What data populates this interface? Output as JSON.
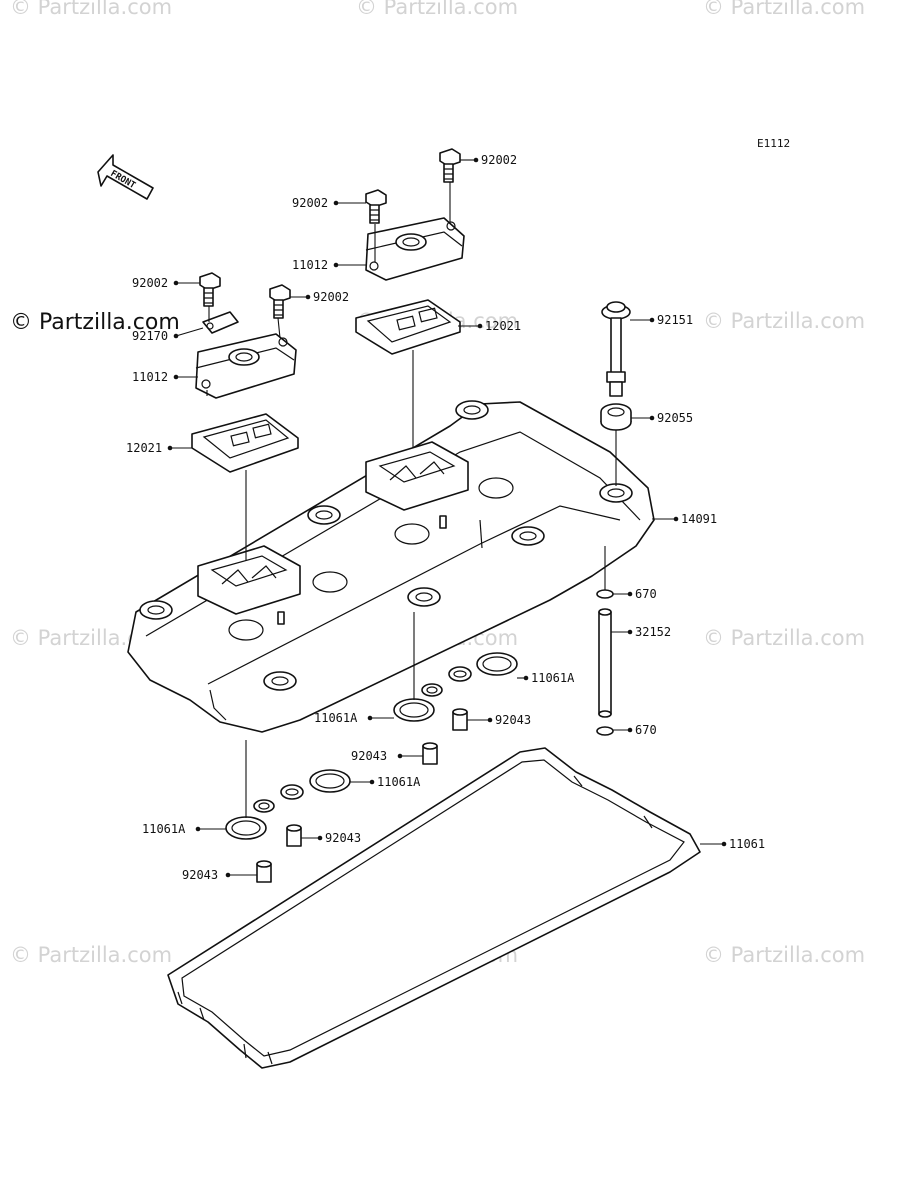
{
  "diagram_code": "E1112",
  "front_label": "FRONT",
  "watermark": "© Partzilla.com",
  "copyright": "© Partzilla.com",
  "callouts": {
    "c92002a": "92002",
    "c92002b": "92002",
    "c92002c": "92002",
    "c92002d": "92002",
    "c11012a": "11012",
    "c11012b": "11012",
    "c92170": "92170",
    "c12021a": "12021",
    "c12021b": "12021",
    "c92151": "92151",
    "c92055": "92055",
    "c14091": "14091",
    "c670a": "670",
    "c670b": "670",
    "c32152": "32152",
    "c11061Aa": "11061A",
    "c11061Ab": "11061A",
    "c11061Ac": "11061A",
    "c11061Ad": "11061A",
    "c92043a": "92043",
    "c92043b": "92043",
    "c92043c": "92043",
    "c92043d": "92043",
    "c11061": "11061"
  }
}
